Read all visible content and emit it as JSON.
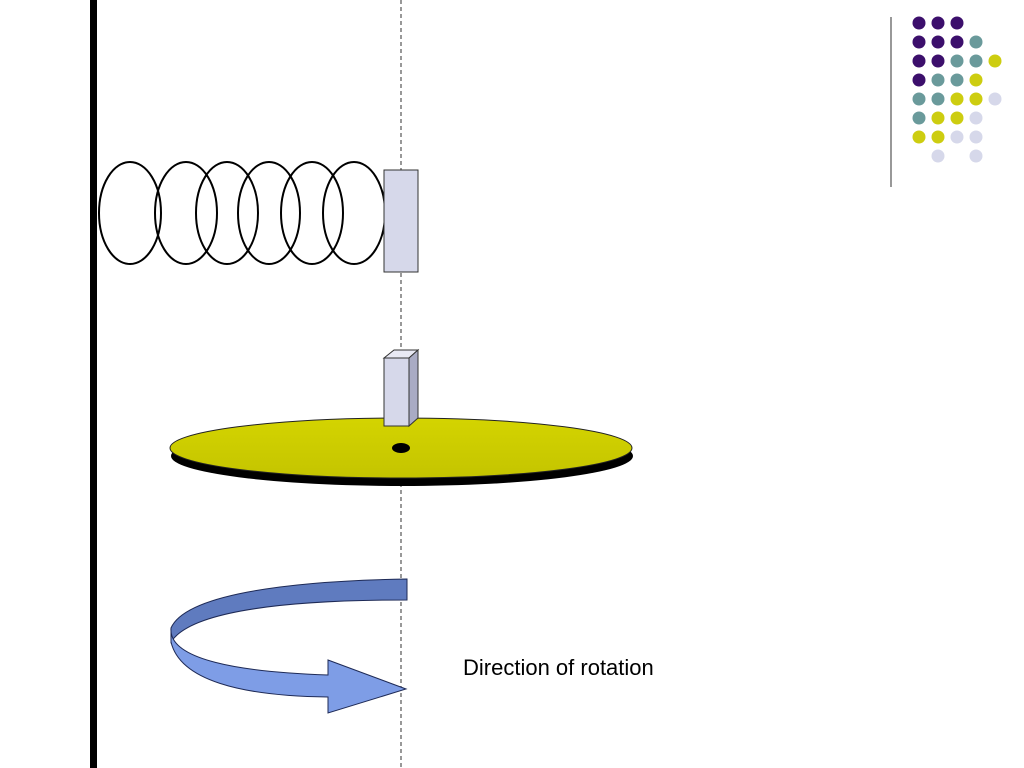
{
  "slide": {
    "caption": "Direction of rotation",
    "colors": {
      "disk": "#cccc00",
      "block": "#d6d8ea",
      "arrow_back": "#5f7bbf",
      "arrow_front": "#7e9de6",
      "decor_purple": "#3c0f6c",
      "decor_teal": "#6a9a9b",
      "decor_yellow": "#cdcd10",
      "decor_lavender": "#d6d8ea"
    },
    "decoration": {
      "dot_rows": [
        [
          "purple",
          "purple",
          "purple"
        ],
        [
          "purple",
          "purple",
          "purple",
          "teal"
        ],
        [
          "purple",
          "purple",
          "teal",
          "teal",
          "yellow"
        ],
        [
          "purple",
          "teal",
          "teal",
          "yellow"
        ],
        [
          "teal",
          "teal",
          "yellow",
          "yellow",
          "lavender"
        ],
        [
          "teal",
          "yellow",
          "yellow",
          "lavender"
        ],
        [
          "yellow",
          "yellow",
          "lavender",
          "lavender"
        ],
        [
          "",
          "lavender",
          "",
          "lavender"
        ]
      ]
    }
  }
}
